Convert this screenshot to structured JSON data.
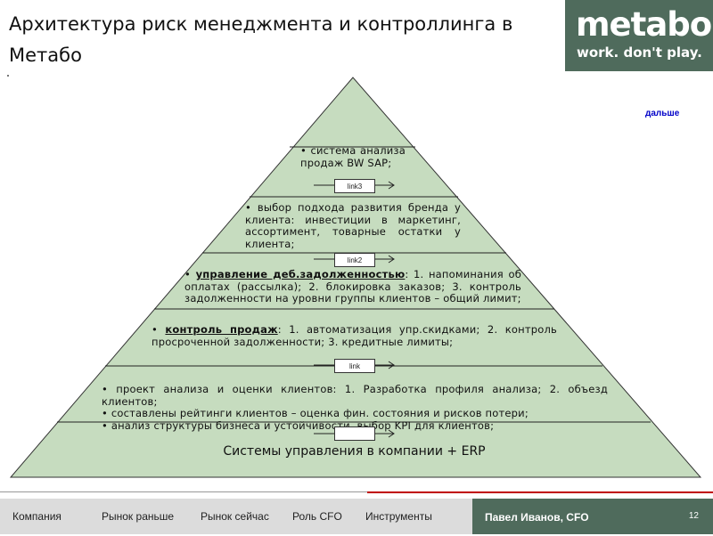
{
  "slide": {
    "title": "Архитектура риск менеджмента и контроллинга в Метабо",
    "next_link": "дальше"
  },
  "logo": {
    "brand": "metabo",
    "slogan": "work. don't play."
  },
  "pyramid": {
    "fill_color": "#c6dcbf",
    "layer1": {
      "text": "• система анализа продаж BW SAP;"
    },
    "layer2": {
      "text": "• выбор подхода развития бренда у клиента: инвестиции в маркетинг, ассортимент, товарные остатки у клиента;"
    },
    "layer3": {
      "label": "управление деб.задолженностью",
      "text": ": 1. напоминания об оплатах (рассылка); 2. блокировка заказов; 3. контроль задолженности на уровни группы клиентов – общий лимит;"
    },
    "layer4": {
      "label": "контроль продаж",
      "text": ": 1. автоматизация упр.скидками; 2. контроль просроченной задолженности; 3. кредитные лимиты;"
    },
    "layer5": {
      "line1": "• проект анализа и оценки клиентов: 1. Разработка профиля анализа; 2. объезд клиентов;",
      "line2": "• составлены рейтинги клиентов – оценка фин. состояния и рисков потери;",
      "line3": "• анализ структуры бизнеса и устойчивости, выбор KPI для клиентов;"
    },
    "base": "Системы управления в компании + ERP",
    "links": {
      "link3": "link3",
      "link2": "link2",
      "link1": "link"
    }
  },
  "footer": {
    "nav": [
      "Компания",
      "Рынок раньше",
      "Рынок сейчас",
      "Роль CFO",
      "Инструменты"
    ],
    "presenter": "Павел Иванов, CFO",
    "page": "12"
  }
}
